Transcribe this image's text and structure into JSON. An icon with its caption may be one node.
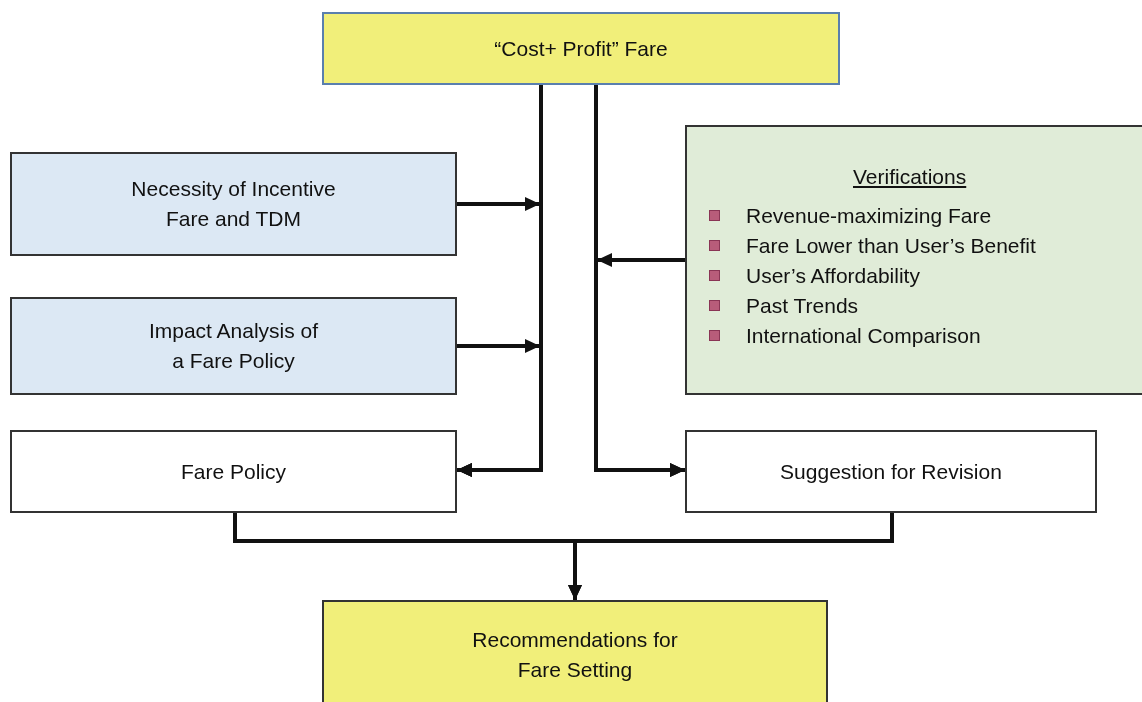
{
  "diagram": {
    "nodes": [
      {
        "text": [
          "“Cost+ Profit” Fare"
        ]
      },
      {
        "text": [
          "Necessity of Incentive Fare and TDM"
        ]
      },
      {
        "text": [
          "Verifications",
          "Revenue-maximizing Fare",
          "Fare Lower than User’s Benefit",
          "User’s Affordability",
          "Past Trends",
          "International Comparison"
        ]
      },
      {
        "text": [
          "Impact Analysis of a Fare Policy"
        ]
      },
      {
        "text": [
          "Fare Policy"
        ]
      },
      {
        "text": [
          "Suggestion for Revision"
        ]
      },
      {
        "text": [
          "Recommendations for Fare Setting"
        ]
      }
    ],
    "edges": [
      {
        "from": 0,
        "to": 4,
        "arrow": "to"
      },
      {
        "from": 1,
        "to": 4,
        "arrow": "to"
      },
      {
        "from": 3,
        "to": 4,
        "arrow": "to"
      },
      {
        "from": 0,
        "to": 5,
        "arrow": "to"
      },
      {
        "from": 2,
        "to": 5,
        "arrow": "to"
      },
      {
        "from": 4,
        "to": 6,
        "arrow": "to"
      },
      {
        "from": 5,
        "to": 6,
        "arrow": "to"
      }
    ]
  }
}
